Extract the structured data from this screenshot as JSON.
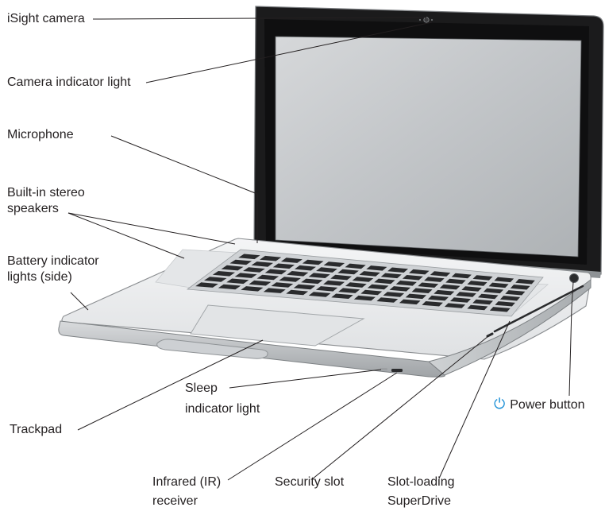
{
  "labels": {
    "isight_camera": "iSight camera",
    "camera_indicator_light": "Camera indicator light",
    "microphone": "Microphone",
    "stereo_speakers": [
      "Built-in stereo",
      "speakers"
    ],
    "battery_indicator": [
      "Battery indicator",
      "lights (side)"
    ],
    "trackpad": "Trackpad",
    "sleep_indicator": [
      "Sleep",
      "indicator light"
    ],
    "power_button": "Power button",
    "infrared_receiver": [
      "Infrared (IR)",
      "receiver"
    ],
    "security_slot": "Security slot",
    "superdrive": [
      "Slot-loading",
      "SuperDrive"
    ]
  },
  "icons": {
    "power": "power-icon"
  },
  "colors": {
    "power_icon": "#1a8fd6",
    "text": "#231f20"
  }
}
